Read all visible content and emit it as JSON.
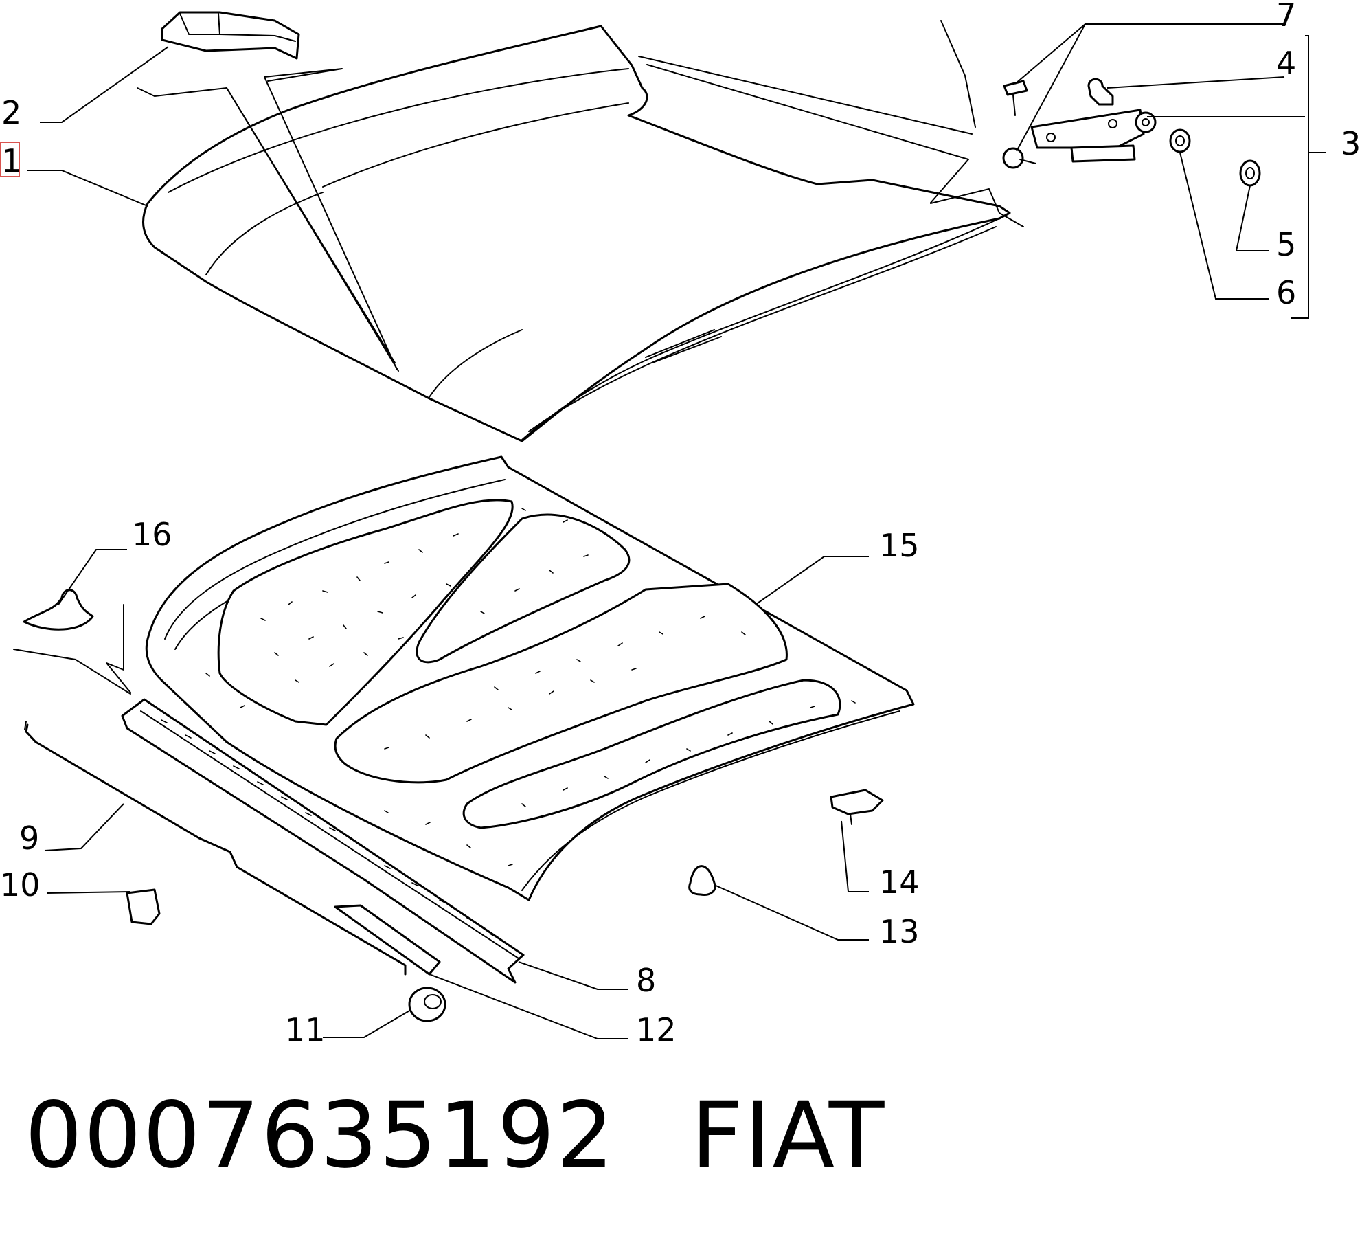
{
  "callouts": {
    "c1": "1",
    "c2": "2",
    "c3": "3",
    "c4": "4",
    "c5": "5",
    "c6": "6",
    "c7": "7",
    "c8": "8",
    "c9": "9",
    "c10": "10",
    "c11": "11",
    "c12": "12",
    "c13": "13",
    "c14": "14",
    "c15": "15",
    "c16": "16"
  },
  "highlighted_callout": "1",
  "highlight_color": "#d9534f",
  "caption": {
    "part_number": "0007635192",
    "brand": "FIAT"
  }
}
